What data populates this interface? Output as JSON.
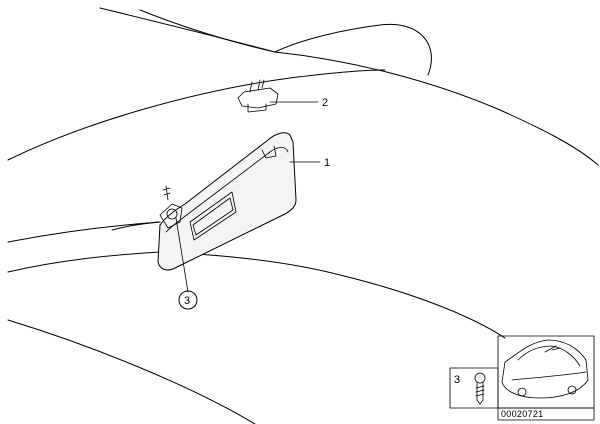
{
  "callouts": [
    {
      "id": "1",
      "label": "1"
    },
    {
      "id": "2",
      "label": "2"
    },
    {
      "id": "3",
      "label": "3"
    }
  ],
  "inset": {
    "screw_label": "3"
  },
  "drawing_code": "00020721"
}
